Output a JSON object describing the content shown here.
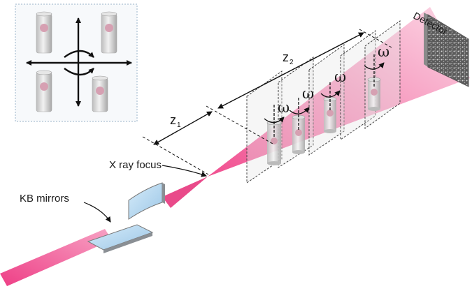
{
  "labels": {
    "detector": "Detector",
    "kb_mirrors": "KB mirrors",
    "xray_focus": "X ray focus",
    "z1": "z",
    "z1_sub": "1",
    "z2": "z",
    "z2_sub": "2",
    "omega": "ω"
  },
  "colors": {
    "beam": "#e8347a",
    "beam_light": "#f7b3cf",
    "mirror": "#b8d8ee",
    "sample_tint": "#d9a3b4",
    "inset_border": "#9ab3c8"
  },
  "icons": {
    "rotation": "curved-arrow-icon",
    "translation": "four-way-arrow-icon"
  }
}
